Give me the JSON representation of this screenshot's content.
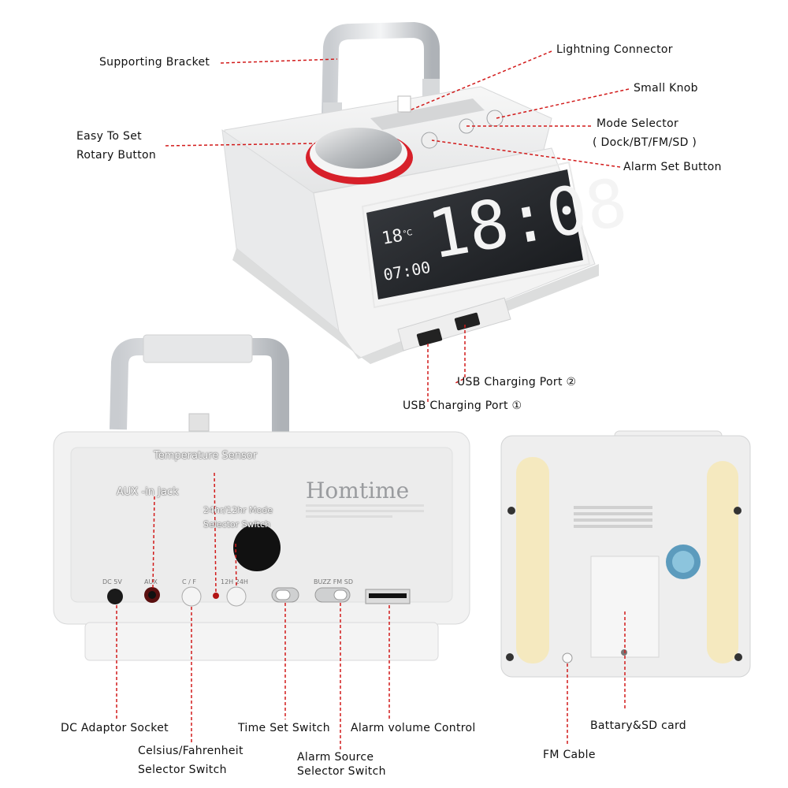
{
  "top_device": {
    "brand_display": {
      "temp": "18",
      "temp_unit": "°C",
      "time": "18:08",
      "alarm_time": "07:00"
    },
    "labels": {
      "supporting_bracket": "Supporting Bracket",
      "lightning_connector": "Lightning Connector",
      "small_knob": "Small Knob",
      "easy_to_set_line1": "Easy To Set",
      "easy_to_set_line2": "Rotary Button",
      "mode_selector_line1": "Mode Selector",
      "mode_selector_line2": "( Dock/BT/FM/SD )",
      "alarm_set_button": "Alarm Set Button",
      "usb_port_2": "USB Charging Port ②",
      "usb_port_1": "USB Charging Port ①"
    }
  },
  "back_device": {
    "brand": "Homtime",
    "port_marks": {
      "dc5v": "DC 5V",
      "aux": "AUX",
      "cf": "C / F",
      "hour": "12H  24H",
      "source": "BUZZ  FM  SD"
    },
    "labels": {
      "temperature_sensor": "Temperature Sensor",
      "aux_in_jack": "AUX -in Jack",
      "hr_mode_line1": "24hr/12hr Mode",
      "hr_mode_line2": "Selector Switch",
      "dc_adaptor": "DC Adaptor Socket",
      "celsius_line1": "Celsius/Fahrenheit",
      "celsius_line2": "Selector Switch",
      "time_set_switch": "Time Set Switch",
      "alarm_volume": "Alarm volume Control",
      "alarm_source_line1": "Alarm Source",
      "alarm_source_line2": "Selector Switch"
    }
  },
  "bottom_device": {
    "labels": {
      "battery_sd": "Battary&SD card",
      "fm_cable": "FM Cable"
    }
  },
  "colors": {
    "leader": "#d21a1a",
    "body": "#f1f2f2",
    "accent_red": "#e0201c"
  }
}
